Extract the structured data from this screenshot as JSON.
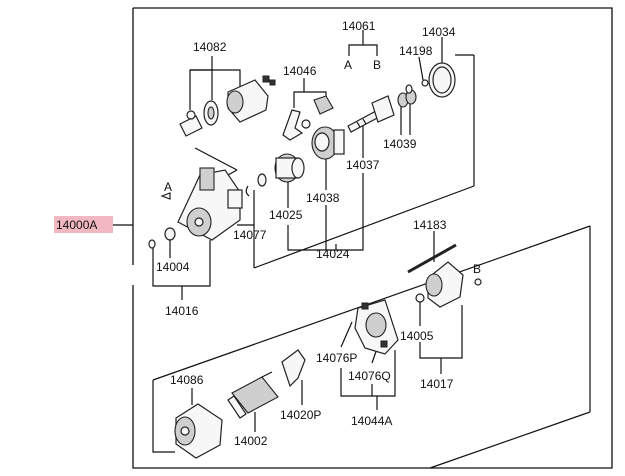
{
  "labels": {
    "p14000A": "14000A",
    "p14082": "14082",
    "p14061": "14061",
    "p14061A": "A",
    "p14061B": "B",
    "p14034": "14034",
    "p14198": "14198",
    "p14046": "14046",
    "p14039": "14039",
    "p14037": "14037",
    "p14038": "14038",
    "p14025": "14025",
    "p14077": "14077",
    "p14024": "14024",
    "p14004": "14004",
    "p14016": "14016",
    "p14183": "14183",
    "pA": "A",
    "pB": "B",
    "p14005": "14005",
    "p14017": "14017",
    "p14076P": "14076P",
    "p14076Q": "14076Q",
    "p14044A": "14044A",
    "p14020P": "14020P",
    "p14086": "14086",
    "p14002": "14002"
  }
}
